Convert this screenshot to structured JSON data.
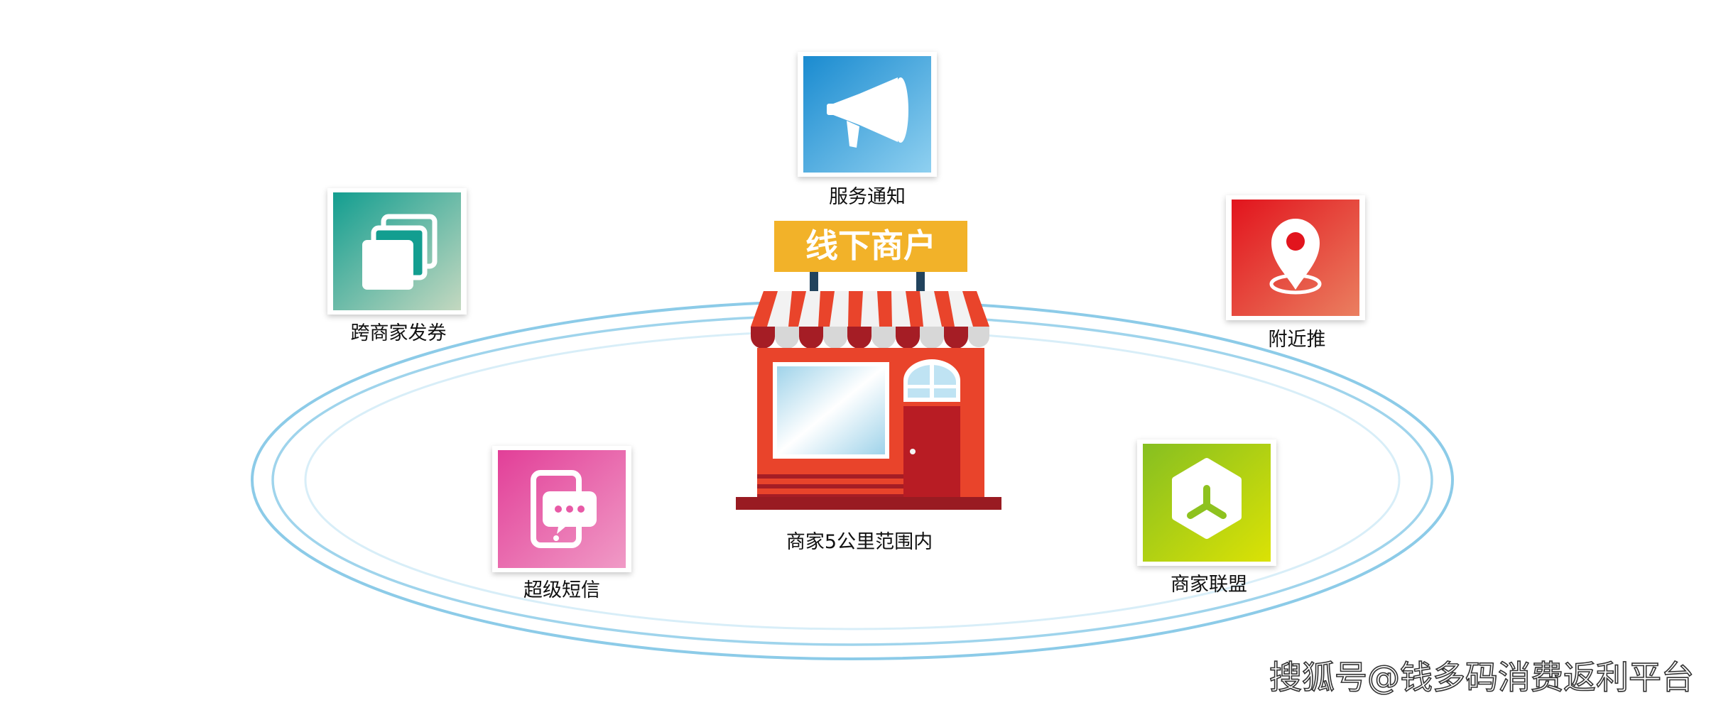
{
  "center": {
    "sign_text": "线下商户",
    "caption": "商家5公里范围内"
  },
  "features": [
    {
      "id": "service",
      "label": "服务通知",
      "icon": "megaphone-icon"
    },
    {
      "id": "coupon",
      "label": "跨商家发券",
      "icon": "stacked-cards-icon"
    },
    {
      "id": "nearby",
      "label": "附近推",
      "icon": "location-pin-icon"
    },
    {
      "id": "sms",
      "label": "超级短信",
      "icon": "phone-message-icon"
    },
    {
      "id": "alliance",
      "label": "商家联盟",
      "icon": "hexagon-alliance-icon"
    }
  ],
  "watermark": "搜狐号@钱多码消费返利平台",
  "colors": {
    "ring": "#8ccbe8",
    "sign": "#f2b229",
    "store_red": "#e9442b",
    "service": "#2aa0d8",
    "coupon": "#21a497",
    "nearby": "#e62c22",
    "sms": "#e85aa6",
    "alliance": "#8ec21f"
  }
}
